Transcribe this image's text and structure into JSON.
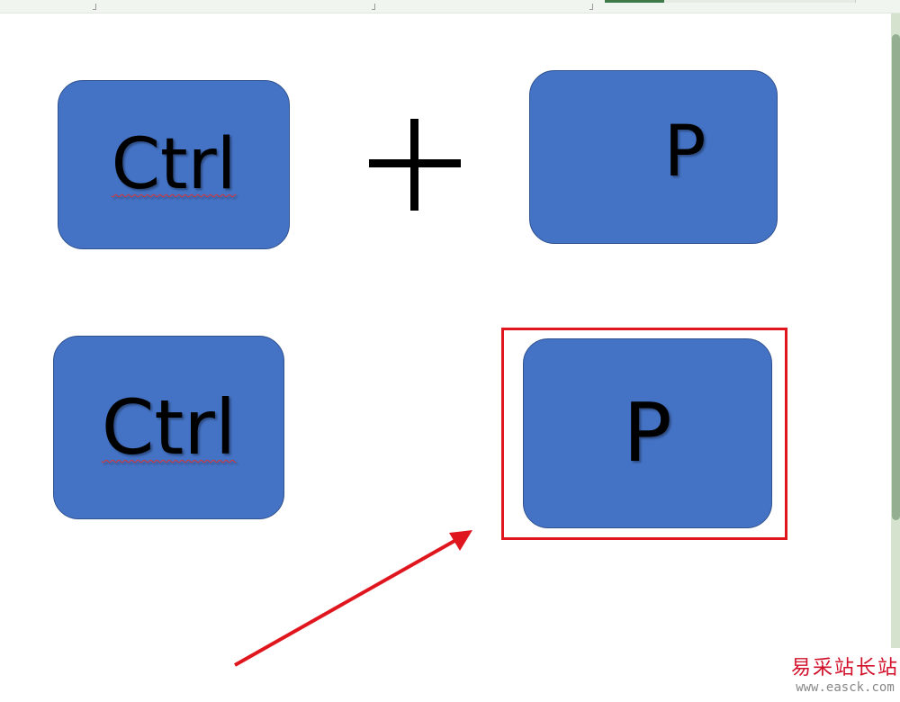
{
  "slide": {
    "row1": {
      "left_key": "Ctrl",
      "operator": "+",
      "right_key": "P"
    },
    "row2": {
      "left_key": "Ctrl",
      "right_key": "P"
    }
  },
  "colors": {
    "key_fill": "#4472c4",
    "highlight": "#e0161e"
  },
  "watermark": {
    "name": "易采站长站",
    "url": "www.easck.com"
  }
}
